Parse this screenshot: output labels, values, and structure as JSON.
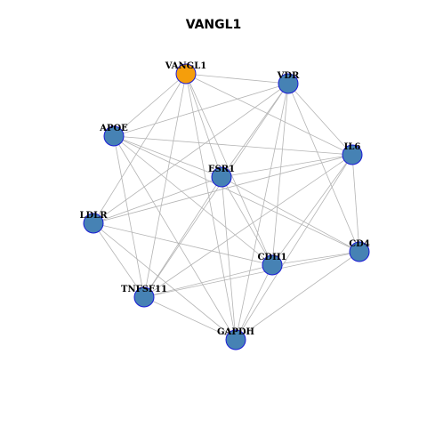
{
  "title": "VANGL1",
  "colors": {
    "hub_fill": "#f59e0b",
    "node_fill": "#4682b4",
    "node_stroke": "#1a1ad6",
    "edge": "#b4b4b4"
  },
  "nodes": [
    {
      "id": "VANGL1",
      "label": "VANGL1",
      "hub": true
    },
    {
      "id": "VDR",
      "label": "VDR"
    },
    {
      "id": "APOE",
      "label": "APOE"
    },
    {
      "id": "IL6",
      "label": "IL6"
    },
    {
      "id": "ESR1",
      "label": "ESR1"
    },
    {
      "id": "LDLR",
      "label": "LDLR"
    },
    {
      "id": "CD4",
      "label": "CD4"
    },
    {
      "id": "CDH1",
      "label": "CDH1"
    },
    {
      "id": "TNFSF11",
      "label": "TNFSF11"
    },
    {
      "id": "GAPDH",
      "label": "GAPDH"
    }
  ],
  "edges": [
    [
      "VANGL1",
      "VDR"
    ],
    [
      "VANGL1",
      "APOE"
    ],
    [
      "VANGL1",
      "IL6"
    ],
    [
      "VANGL1",
      "ESR1"
    ],
    [
      "VANGL1",
      "LDLR"
    ],
    [
      "VANGL1",
      "CDH1"
    ],
    [
      "VANGL1",
      "TNFSF11"
    ],
    [
      "VANGL1",
      "GAPDH"
    ],
    [
      "VDR",
      "APOE"
    ],
    [
      "VDR",
      "IL6"
    ],
    [
      "VDR",
      "ESR1"
    ],
    [
      "VDR",
      "LDLR"
    ],
    [
      "VDR",
      "CD4"
    ],
    [
      "VDR",
      "CDH1"
    ],
    [
      "VDR",
      "TNFSF11"
    ],
    [
      "VDR",
      "GAPDH"
    ],
    [
      "APOE",
      "IL6"
    ],
    [
      "APOE",
      "ESR1"
    ],
    [
      "APOE",
      "CD4"
    ],
    [
      "APOE",
      "CDH1"
    ],
    [
      "APOE",
      "TNFSF11"
    ],
    [
      "APOE",
      "GAPDH"
    ],
    [
      "IL6",
      "ESR1"
    ],
    [
      "IL6",
      "LDLR"
    ],
    [
      "IL6",
      "CD4"
    ],
    [
      "IL6",
      "CDH1"
    ],
    [
      "IL6",
      "TNFSF11"
    ],
    [
      "IL6",
      "GAPDH"
    ],
    [
      "ESR1",
      "LDLR"
    ],
    [
      "ESR1",
      "CD4"
    ],
    [
      "ESR1",
      "CDH1"
    ],
    [
      "ESR1",
      "TNFSF11"
    ],
    [
      "ESR1",
      "GAPDH"
    ],
    [
      "LDLR",
      "CDH1"
    ],
    [
      "LDLR",
      "TNFSF11"
    ],
    [
      "LDLR",
      "GAPDH"
    ],
    [
      "CD4",
      "CDH1"
    ],
    [
      "CD4",
      "TNFSF11"
    ],
    [
      "CD4",
      "GAPDH"
    ],
    [
      "CDH1",
      "TNFSF11"
    ],
    [
      "CDH1",
      "GAPDH"
    ],
    [
      "TNFSF11",
      "GAPDH"
    ]
  ]
}
